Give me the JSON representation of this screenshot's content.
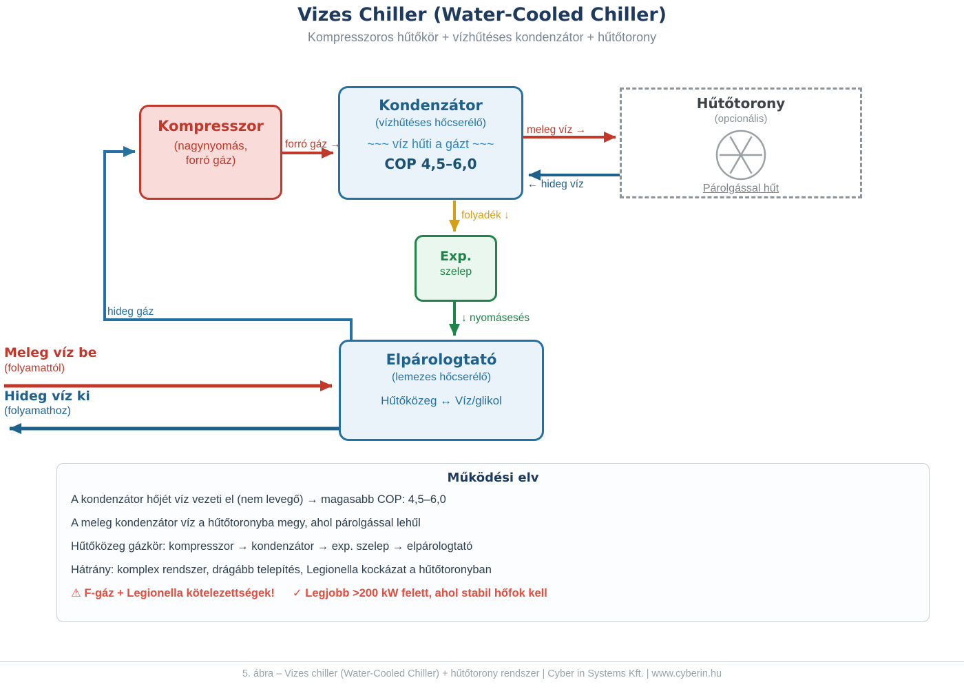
{
  "header": {
    "title": "Vizes Chiller (Water-Cooled Chiller)",
    "subtitle": "Kompresszoros hűtőkör + vízhűtéses kondenzátor + hűtőtorony"
  },
  "boxes": {
    "kompresszor": {
      "title": "Kompresszor",
      "line1": "(nagynyomás,",
      "line2": "forró gáz)"
    },
    "kondenzator": {
      "title": "Kondenzátor",
      "subtitle": "(vízhűtéses hőcserélő)",
      "wave": "~~~ víz hűti a gázt ~~~",
      "cop": "COP 4,5–6,0"
    },
    "hutotorony": {
      "title": "Hűtőtorony",
      "subtitle": "(opcionális)",
      "icon": "fan-icon",
      "caption": "Párolgással hűt"
    },
    "exp": {
      "title": "Exp.",
      "subtitle": "szelep"
    },
    "elparologtato": {
      "title": "Elpárologtató",
      "subtitle": "(lemezes hőcserélő)",
      "medium": "Hűtőközeg ↔ Víz/glikol"
    }
  },
  "flow_labels": {
    "forro_gaz": "forró gáz →",
    "meleg_viz": "meleg víz →",
    "hideg_viz": "← hideg víz",
    "folyadek": "folyadék ↓",
    "nyomaseses": "↓ nyomásesés",
    "hideg_gaz": "hideg gáz"
  },
  "io_labels": {
    "meleg_be_title": "Meleg víz be",
    "meleg_be_sub": "(folyamattól)",
    "hideg_ki_title": "Hideg víz ki",
    "hideg_ki_sub": "(folyamathoz)"
  },
  "principle": {
    "title": "Működési elv",
    "lines": [
      "A kondenzátor hőjét víz vezeti el (nem levegő) → magasabb COP: 4,5–6,0",
      "A meleg kondenzátor víz a hűtőtoronyba megy, ahol párolgással lehűl",
      "Hűtőközeg gázkör: kompresszor → kondenzátor → exp. szelep → elpárologtató",
      "Hátrány: komplex rendszer, drágább telepítés, Legionella kockázat a hűtőtoronyban"
    ],
    "warning": "⚠ F-gáz + Legionella kötelezettségek!",
    "check": "✓ Legjobb >200 kW felett, ahol stabil hőfok kell"
  },
  "footer": "5. ábra – Vizes chiller (Water-Cooled Chiller) + hűtőtorony rendszer  |  Cyber in Systems Kft.  |  www.cyberin.hu",
  "colors": {
    "title_navy": "#1e3a5f",
    "red": "#c0392b",
    "blue_border": "#2471a3",
    "blue_dark": "#1f618d",
    "wave_blue": "#2e86c1",
    "cop_blue": "#1a5276",
    "green": "#1e8449",
    "gold": "#d4a017",
    "warning_red": "#e74c3c",
    "gray_dashed": "#8c9499",
    "text_dark": "#2d3e50",
    "footer_gray": "#9aa5ab"
  }
}
